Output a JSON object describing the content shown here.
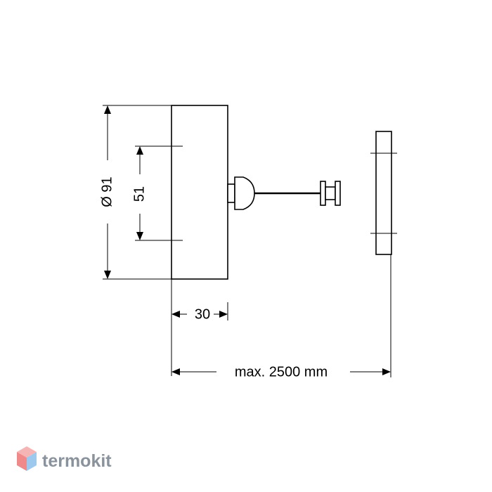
{
  "dimensions": {
    "diameter": "Ø 91",
    "inner_height": "51",
    "depth": "30",
    "max_length": "max. 2500 mm"
  },
  "watermark": {
    "brand": "termokit",
    "colors": {
      "top": "#f5b5b5",
      "left": "#f08a8a",
      "right": "#9ec9ef",
      "text": "#8a939c"
    }
  }
}
